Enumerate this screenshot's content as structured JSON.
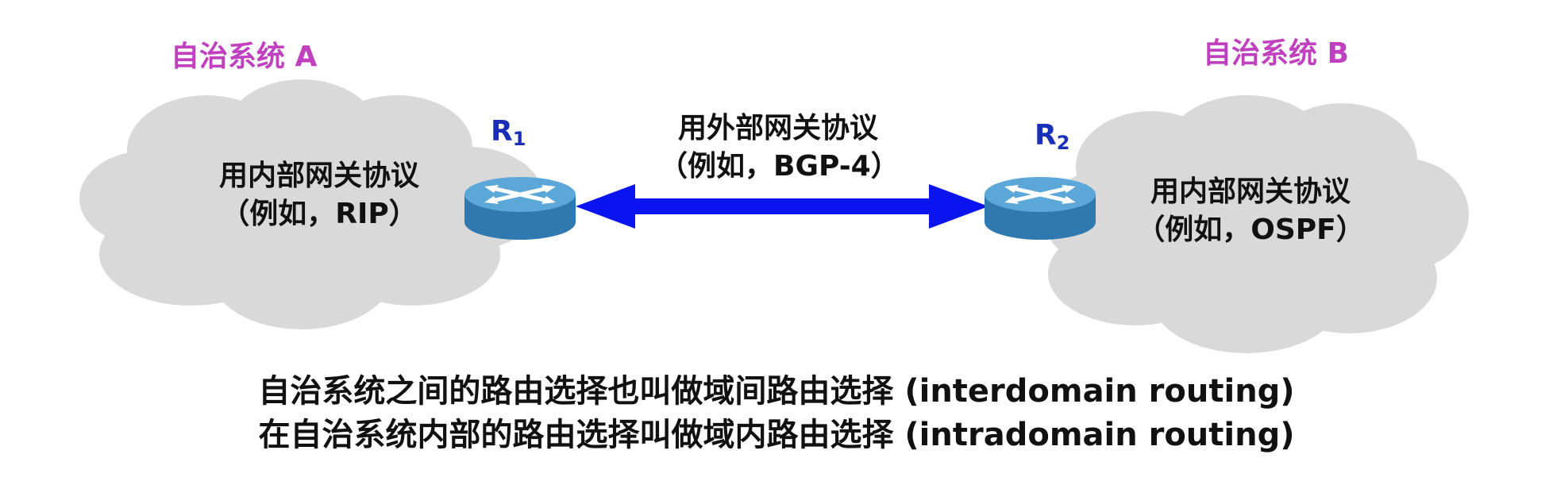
{
  "as_a": {
    "title": "自治系统 A",
    "protocol_line1": "用内部网关协议",
    "protocol_line2": "（例如，RIP）"
  },
  "as_b": {
    "title": "自治系统 B",
    "protocol_line1": "用内部网关协议",
    "protocol_line2": "（例如，OSPF）"
  },
  "routers": [
    {
      "letter": "R",
      "sub": "1"
    },
    {
      "letter": "R",
      "sub": "2"
    }
  ],
  "link": {
    "line1": "用外部网关协议",
    "line2": "（例如，BGP-4）"
  },
  "captions": [
    "自治系统之间的路由选择也叫做域间路由选择 (interdomain routing)",
    "在自治系统内部的路由选择叫做域内路由选择 (intradomain routing)"
  ],
  "colors": {
    "as_title": "#c040c0",
    "router_label": "#1a2fb8",
    "arrow": "#0a14f0",
    "cloud": "#d9d9d9",
    "router_top": "#5aa7d8",
    "router_side": "#2f79b0"
  }
}
